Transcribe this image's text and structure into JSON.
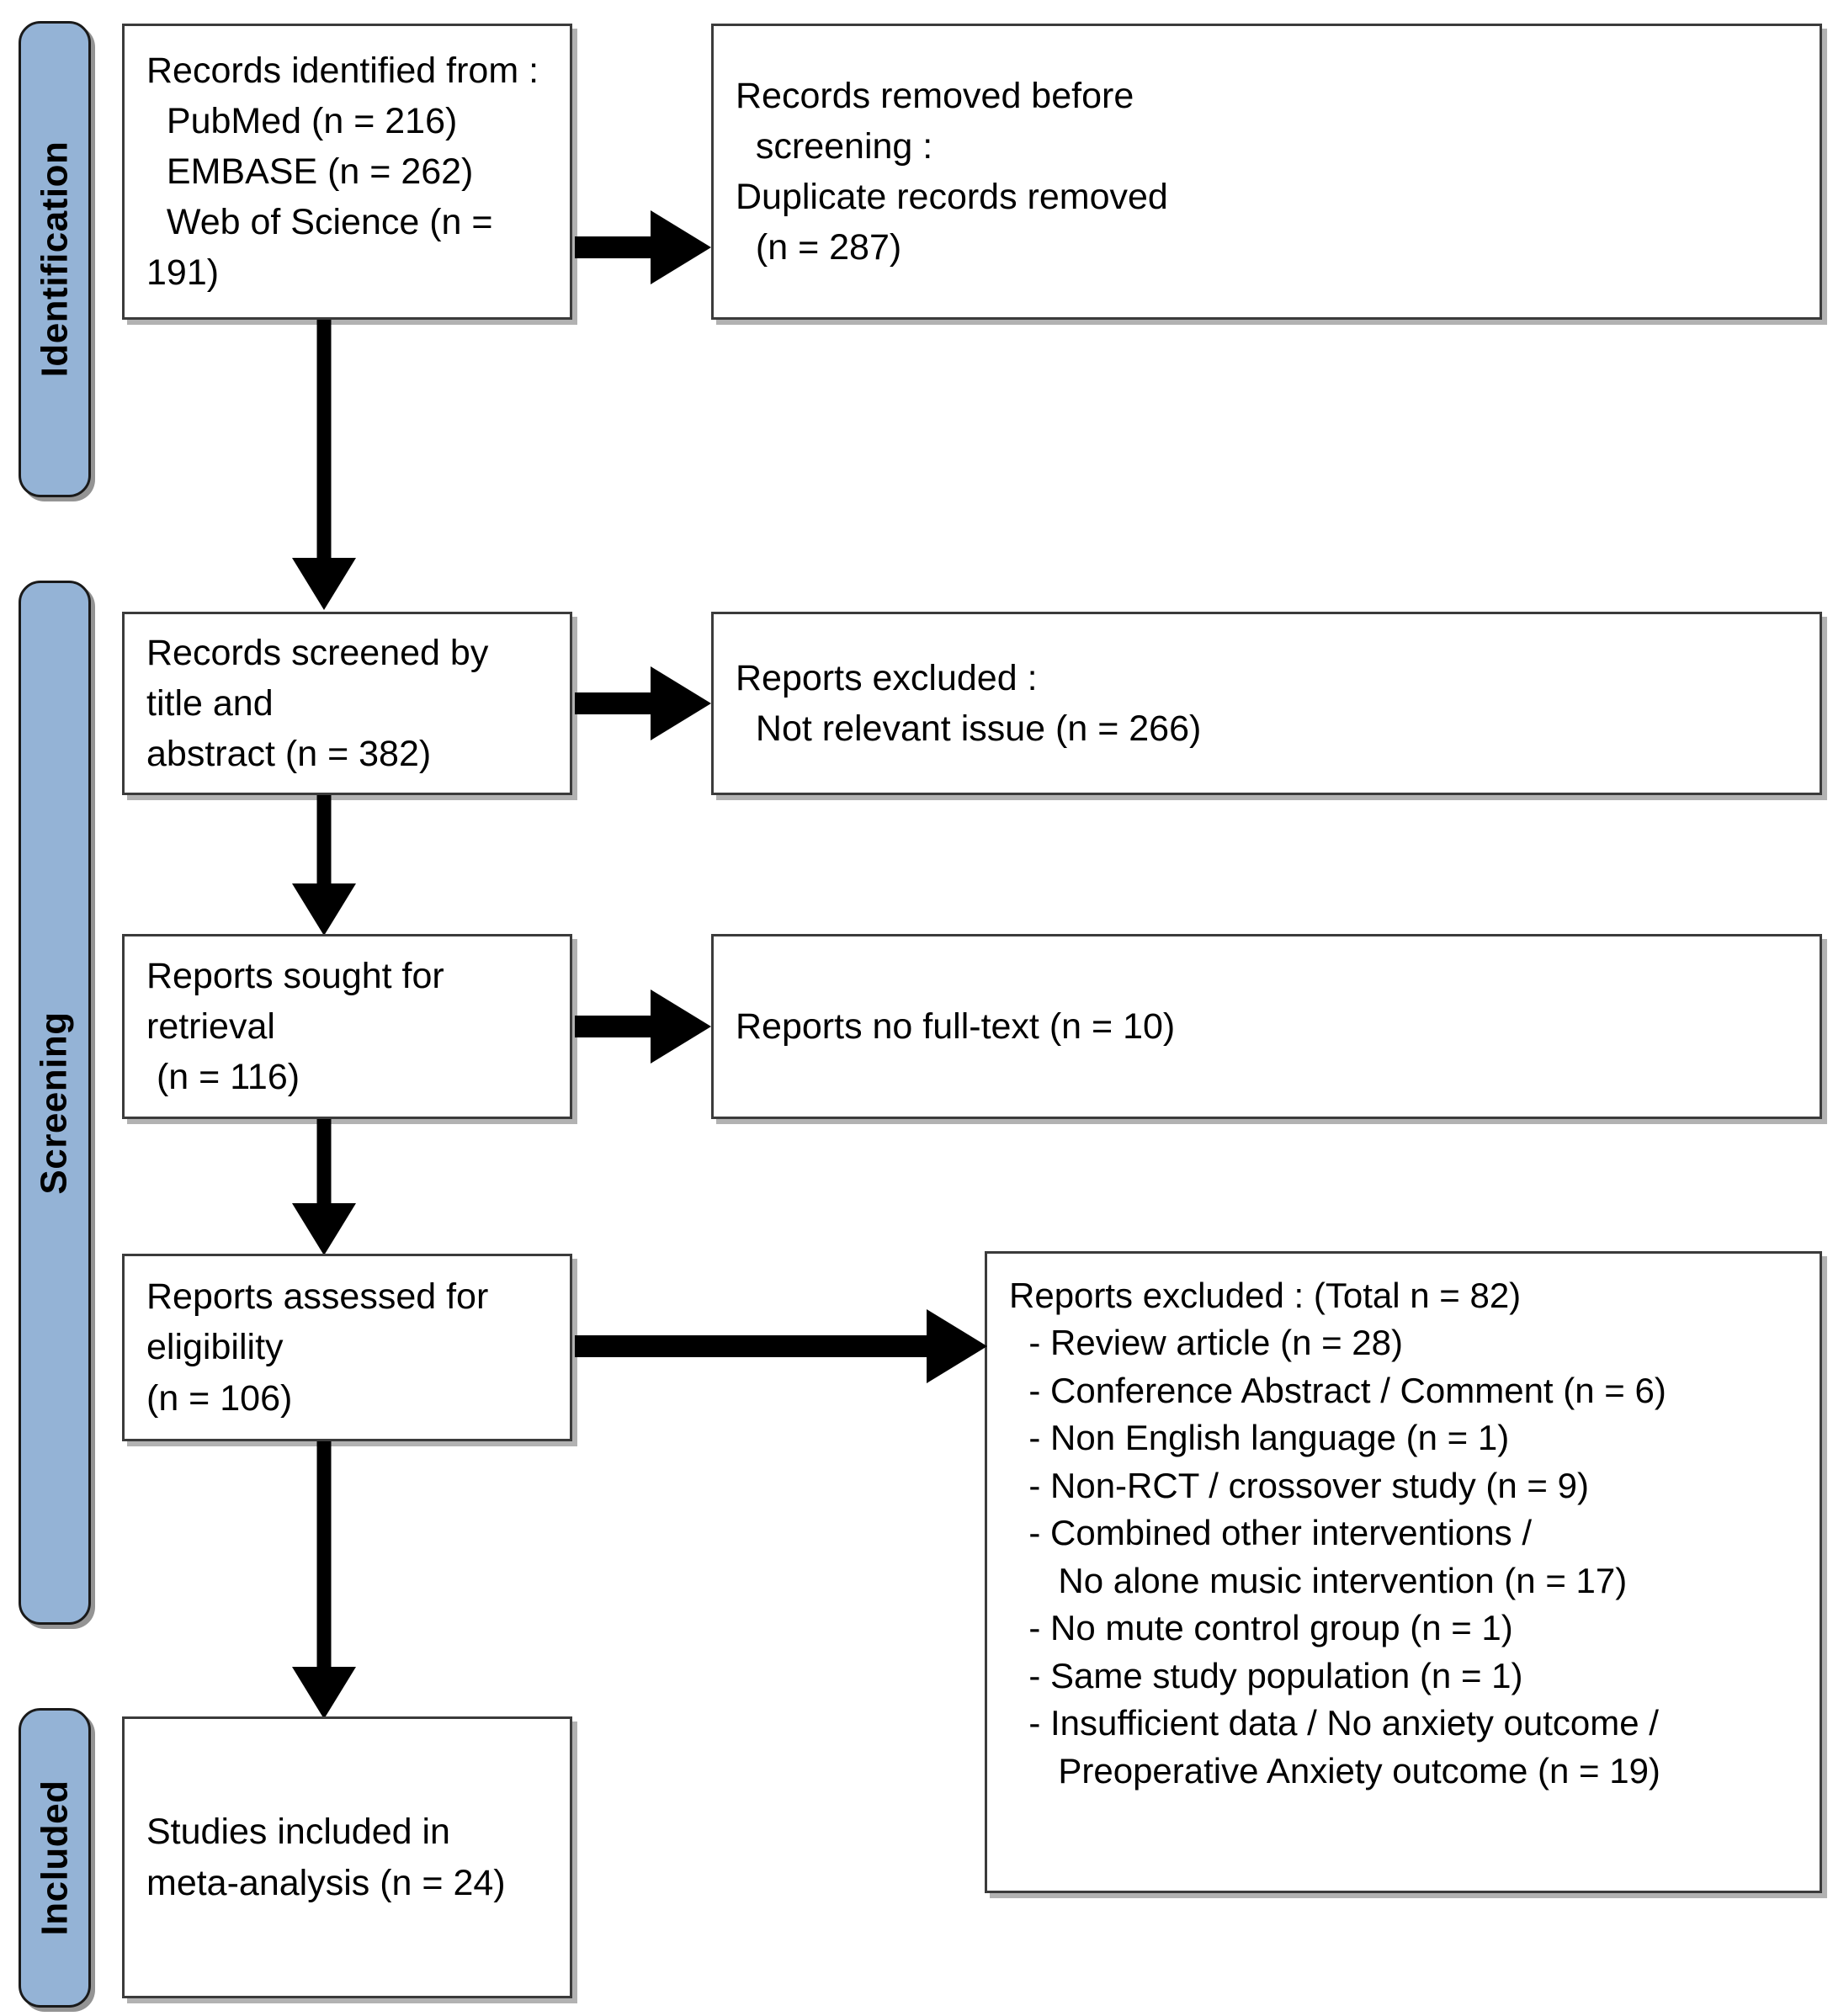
{
  "diagram": {
    "title": "PRISMA flow diagram",
    "accent_color": "#94B3D6",
    "box_border_color": "#3b3b3b",
    "arrow_color": "#000000"
  },
  "phases": [
    {
      "label": "Identification"
    },
    {
      "label": "Screening"
    },
    {
      "label": "Included"
    }
  ],
  "boxes": {
    "identified": {
      "text": "Records identified from :\n  PubMed (n = 216)\n  EMBASE (n = 262)\n  Web of Science (n = 191)"
    },
    "removed_before_screening": {
      "text": "Records removed before\n  screening :\nDuplicate records removed\n  (n = 287)"
    },
    "screened": {
      "text": "Records screened by title and\nabstract (n = 382)"
    },
    "excluded_screening": {
      "text": "Reports excluded :\n  Not relevant issue (n = 266)"
    },
    "sought_retrieval": {
      "text": "Reports sought for retrieval\n (n = 116)"
    },
    "no_full_text": {
      "text": "Reports no full-text (n = 10)"
    },
    "assessed_eligibility": {
      "text": "Reports assessed for eligibility\n(n = 106)"
    },
    "excluded_eligibility": {
      "text": "Reports excluded : (Total n = 82)\n  - Review article (n = 28)\n  - Conference Abstract / Comment (n = 6)\n  - Non English language (n = 1)\n  - Non-RCT / crossover study (n = 9)\n  - Combined other interventions /\n     No alone music intervention (n = 17)\n  - No mute control group (n = 1)\n  - Same study population (n = 1)\n  - Insufficient data / No anxiety outcome /\n     Preoperative Anxiety outcome (n = 19)"
    },
    "included_meta": {
      "text": "Studies included in\nmeta-analysis (n = 24)"
    }
  },
  "counts": {
    "pubmed": 216,
    "embase": 262,
    "web_of_science": 191,
    "duplicates_removed": 287,
    "screened": 382,
    "excluded_not_relevant": 266,
    "sought_for_retrieval": 116,
    "no_full_text": 10,
    "assessed_for_eligibility": 106,
    "excluded_total": 82,
    "review_article": 28,
    "conference_abstract_comment": 6,
    "non_english": 1,
    "non_rct_crossover": 9,
    "combined_other_interventions": 17,
    "no_mute_control_group": 1,
    "same_study_population": 1,
    "insufficient_data": 19,
    "included_in_meta_analysis": 24
  }
}
